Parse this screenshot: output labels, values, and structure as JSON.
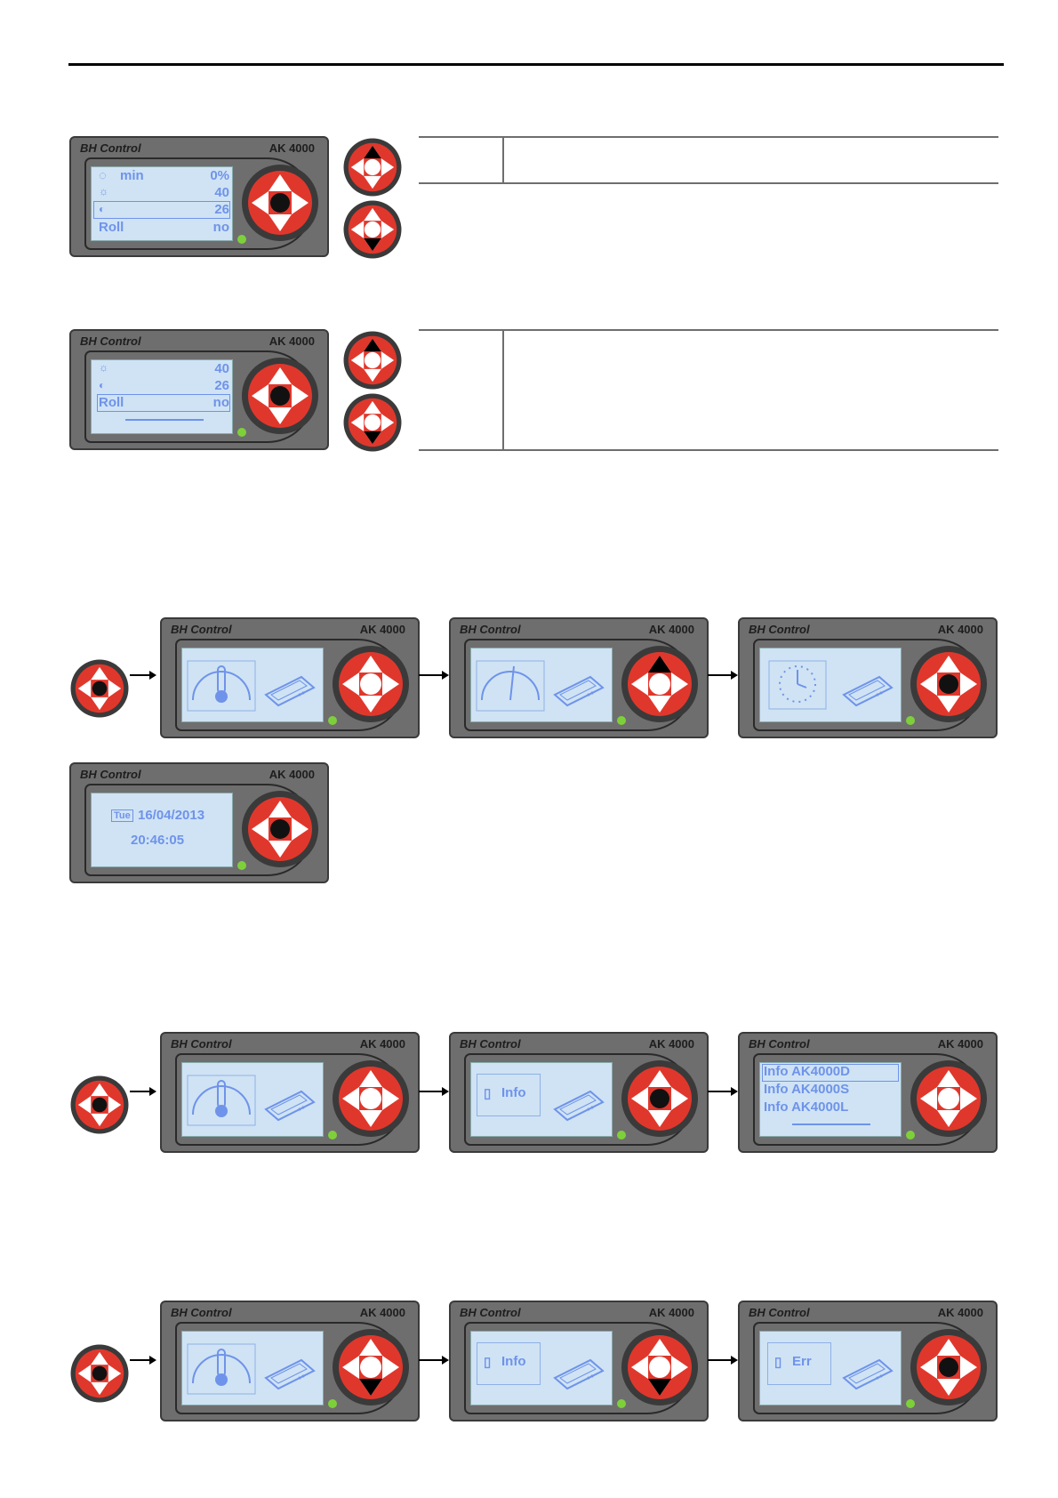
{
  "brand": "BH Control",
  "model": "AK 4000",
  "colors": {
    "lcd_bg": "#cfe3f4",
    "lcd_text": "#6f93ea",
    "button_red": "#e0372c",
    "led_green": "#7ed03a",
    "housing": "#6e6e6e"
  },
  "panel1": {
    "rows": [
      {
        "icon": "drop-icon",
        "label": "min",
        "value": "0%"
      },
      {
        "icon": "sun-icon",
        "label": "",
        "value": "40"
      },
      {
        "icon": "contrast-icon",
        "label": "",
        "value": "26"
      },
      {
        "icon": "",
        "label": "Roll",
        "value": "no"
      }
    ]
  },
  "panel2": {
    "rows": [
      {
        "icon": "sun-icon",
        "label": "",
        "value": "40"
      },
      {
        "icon": "contrast-icon",
        "label": "",
        "value": "26"
      },
      {
        "icon": "",
        "label": "Roll",
        "value": "no"
      }
    ]
  },
  "datetime": {
    "day": "Tue",
    "date": "16/04/2013",
    "time": "20:46:05"
  },
  "info": {
    "tile_label": "Info",
    "items": [
      "Info AK4000D",
      "Info AK4000S",
      "Info AK4000L"
    ]
  },
  "err": {
    "tile_label": "Err"
  },
  "screen_icons": [
    "thermometer-gauge-icon",
    "gauge-icon",
    "clock-icon",
    "device-icon"
  ]
}
